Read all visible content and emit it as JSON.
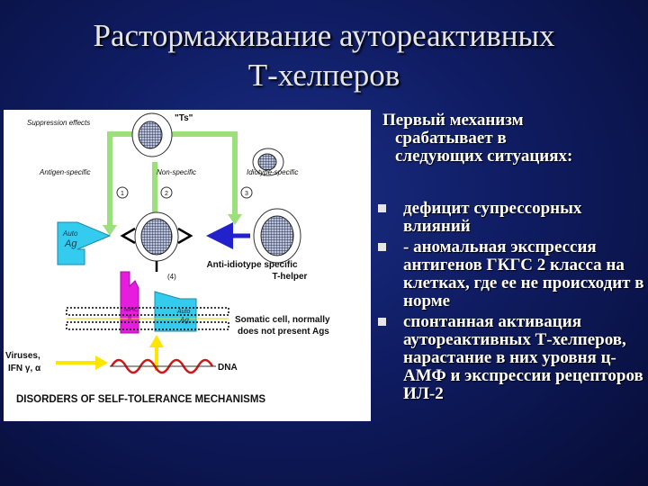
{
  "title": {
    "line1": "Растормаживание аутореактивных",
    "line2": "Т-хелперов"
  },
  "lead": {
    "line1": "Первый механизм",
    "line2": "срабатывает в",
    "line3": "следующих ситуациях:"
  },
  "bullets": [
    "дефицит супрессорных влияний",
    " - аномальная экспрессия антигенов ГКГС 2 класса на клетках, где ее не происходит в норме",
    "спонтанная активация аутореактивных Т-хелперов, нарастание в них уровня ц-АМФ и экспрессии рецепторов ИЛ-2"
  ],
  "figure": {
    "suppression_label": "Suppression effects",
    "ts_label": "\"Ts\"",
    "antigen_specific": "Antigen-specific",
    "non_specific": "Non-specific",
    "idiotype_specific": "Idiotype-specific",
    "num1": "1",
    "num2": "2",
    "num3": "3",
    "num4": "(4)",
    "auto_ag_line1": "Auto",
    "auto_ag_line2": "Ag",
    "anti_idiotype_line1": "Anti-idiotype specific",
    "anti_idiotype_line2": "T-helper",
    "mhc_line1": "MHC",
    "mhc_line2": "II",
    "auto_ag2_line1": "Auto",
    "auto_ag2_line2": "Ag",
    "somatic_line1": "Somatic cell, normally",
    "somatic_line2": "does not present Ags",
    "viruses_line1": "Viruses,",
    "viruses_line2": "IFN γ, α",
    "dna_label": "DNA",
    "caption": "DISORDERS OF SELF-TOLERANCE MECHANISMS"
  },
  "colors": {
    "background": "#0f1c62",
    "green_line": "#9be07a",
    "cyan": "#33ccee",
    "magenta": "#e81cde",
    "blue_arrow": "#2222cc",
    "dna_red": "#d01818",
    "membrane_line": "#e6d200"
  }
}
